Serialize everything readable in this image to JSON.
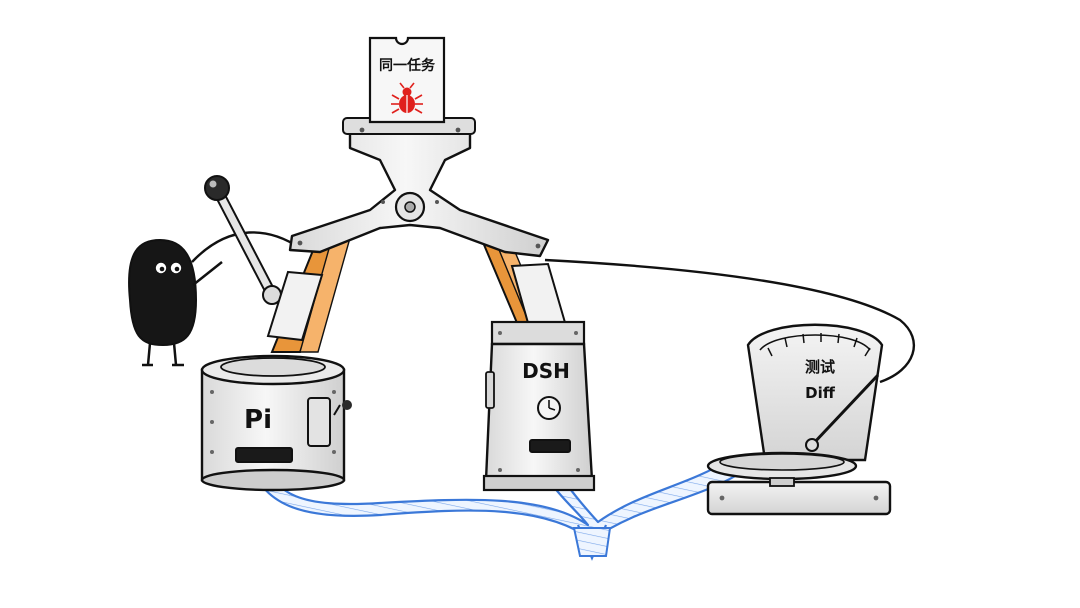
{
  "task_card": {
    "label": "同一任务",
    "icon": "bug-icon",
    "icon_color": "#e0201c"
  },
  "left_machine": {
    "label": "Pi"
  },
  "right_machine": {
    "label": "DSH",
    "icon": "clock-icon"
  },
  "scale": {
    "label_line1": "测试",
    "label_line2": "Diff"
  },
  "colors": {
    "ribbon_stroke": "#3b78d8",
    "ribbon_fill": "#e9f2ff",
    "ribbon_lines": "#6a9de6",
    "strut_fill": "#e8953a",
    "metal_fill": "#eeeeee",
    "ink": "#111111",
    "bug": "#e0201c"
  },
  "character": {
    "icon": "blob-character-icon"
  }
}
